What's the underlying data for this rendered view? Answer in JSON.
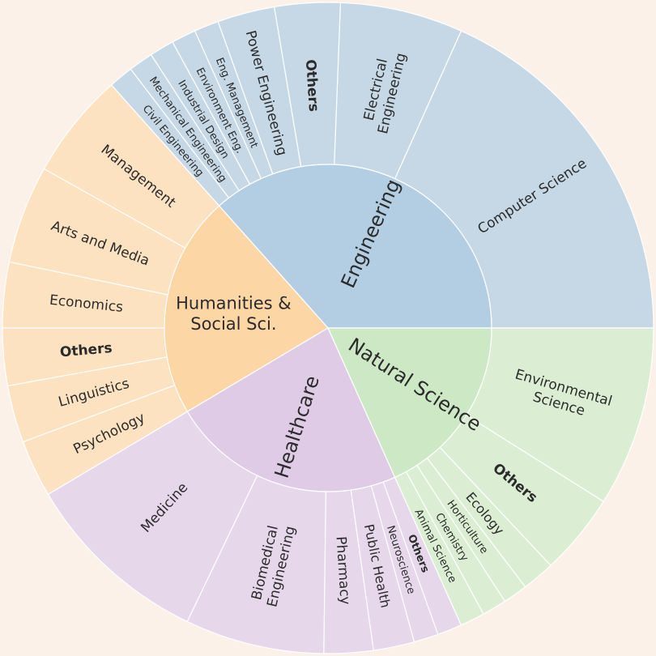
{
  "chart_data": {
    "type": "sunburst",
    "title": "",
    "categories": [
      {
        "name": "Engineering",
        "value": 90,
        "color": "#b3cde3",
        "light": "#c6d8e6",
        "children": [
          {
            "name": "Computer Science",
            "value": 45
          },
          {
            "name": "Electrical Engineering",
            "value": 15
          },
          {
            "name": "Others",
            "value": 8,
            "bold": true
          },
          {
            "name": "Power Engineering",
            "value": 7
          },
          {
            "name": "Eng. Management",
            "value": 3
          },
          {
            "name": "Environment Eng.",
            "value": 3
          },
          {
            "name": "Industrial Design",
            "value": 3
          },
          {
            "name": "Mechanical Engineering",
            "value": 3
          },
          {
            "name": "Civil Engineering",
            "value": 3
          }
        ]
      },
      {
        "name": "Humanities & Social Sci.",
        "value": 54,
        "color": "#fdd6a6",
        "light": "#fde2c2",
        "children": [
          {
            "name": "Management",
            "value": 13
          },
          {
            "name": "Arts and Media",
            "value": 12
          },
          {
            "name": "Economics",
            "value": 8
          },
          {
            "name": "Others",
            "value": 7,
            "bold": true
          },
          {
            "name": "Linguistics",
            "value": 7
          },
          {
            "name": "Psychology",
            "value": 7
          }
        ]
      },
      {
        "name": "Healthcare",
        "value": 57,
        "color": "#dfcbe6",
        "light": "#e6d7eb",
        "children": [
          {
            "name": "Medicine",
            "value": 23
          },
          {
            "name": "Biomedical Engineering",
            "value": 17
          },
          {
            "name": "Pharmacy",
            "value": 6
          },
          {
            "name": "Public Health",
            "value": 5
          },
          {
            "name": "Neuroscience",
            "value": 3
          },
          {
            "name": "Others",
            "value": 3,
            "bold": true
          }
        ]
      },
      {
        "name": "Natural Science",
        "value": 45,
        "color": "#cde8c4",
        "light": "#dbeed3",
        "children": [
          {
            "name": "Animal Science",
            "value": 3
          },
          {
            "name": "Chemistry",
            "value": 3
          },
          {
            "name": "Horticulture",
            "value": 3
          },
          {
            "name": "Ecology",
            "value": 4
          },
          {
            "name": "Others",
            "value": 10,
            "bold": true
          },
          {
            "name": "Environmental Science",
            "value": 22
          }
        ]
      }
    ]
  }
}
